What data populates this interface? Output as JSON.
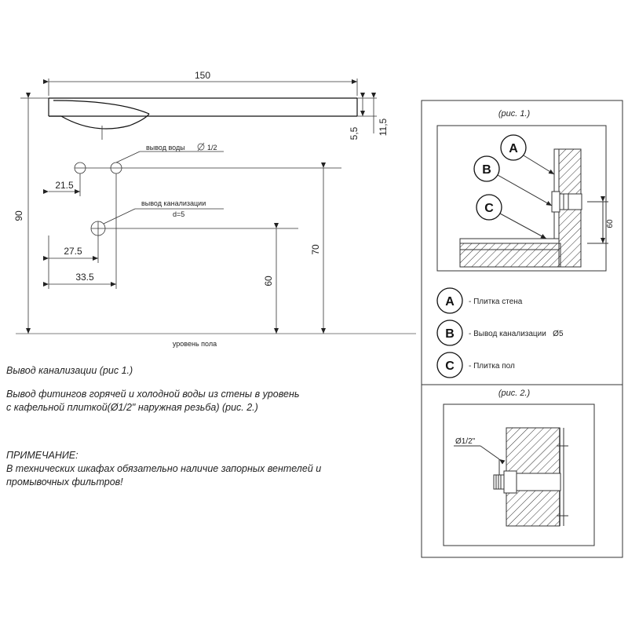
{
  "main_drawing": {
    "dim_width": "150",
    "dim_height_total": "90",
    "dim_5_5": "5,5",
    "dim_11_5": "11,5",
    "dim_21_5": "21.5",
    "dim_27_5": "27.5",
    "dim_33_5": "33.5",
    "dim_60": "60",
    "dim_70": "70",
    "water_outlet_label": "вывод воды",
    "water_outlet_size": "1/2",
    "sewer_label_line1": "вывод канализации",
    "sewer_label_line2": "d=5",
    "floor_label": "уровень пола"
  },
  "notes": {
    "sewer_note": "Вывод канализации (рис 1.)",
    "fittings_line1": "Вывод фитингов горячей и холодной воды из стены в уровень",
    "fittings_line2": "с кафельной плиткой(Ø1/2\" наружная резьба) (рис. 2.)",
    "remark_title": "ПРИМЕЧАНИЕ:",
    "remark_line1": "В технических шкафах обязательно наличие запорных вентелей и",
    "remark_line2": "промывочных фильтров!"
  },
  "fig1": {
    "caption": "(рис. 1.)",
    "marker_a": "A",
    "marker_b": "B",
    "marker_c": "C",
    "dim_60": "60"
  },
  "legend": [
    {
      "marker": "A",
      "text": "- Плитка стена"
    },
    {
      "marker": "B",
      "text": "- Вывод канализации   Ø5"
    },
    {
      "marker": "C",
      "text": "- Плитка пол"
    }
  ],
  "fig2": {
    "caption": "(рис. 2.)",
    "thread_label": "Ø1/2\""
  }
}
